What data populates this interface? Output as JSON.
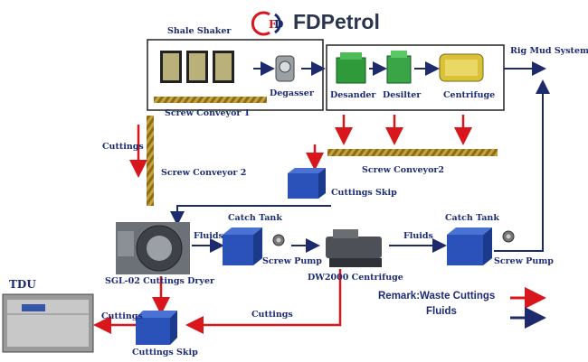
{
  "header": {
    "brand": "FDPetrol",
    "logo_name": "fdpetrol-logo"
  },
  "equipment": {
    "shale_shaker": "Shale Shaker",
    "degasser": "Degasser",
    "screw_conveyor_1": "Screw Conveyor 1",
    "desander": "Desander",
    "desilter": "Desilter",
    "centrifuge": "Centrifuge",
    "rig_mud_system": "Rig Mud System",
    "screw_conveyor_2_vertical": "Screw Conveyor 2",
    "screw_conveyor_2_horizontal": "Screw Conveyor2",
    "cuttings_skip_top": "Cuttings Skip",
    "catch_tank_left": "Catch Tank",
    "catch_tank_right": "Catch Tank",
    "cuttings_dryer": "SGL-02 Cuttings Dryer",
    "screw_pump_left": "Screw Pump",
    "screw_pump_right": "Screw Pump",
    "dw_centrifuge": "DW2000 Centrifuge",
    "tdu": "TDU",
    "cuttings_skip_bottom": "Cuttings Skip"
  },
  "flow_labels": {
    "cuttings_left": "Cuttings",
    "fluids_dryer": "Fluids",
    "fluids_dw": "Fluids",
    "cuttings_bottom": "Cuttings",
    "cuttings_tdu": "Cuttings"
  },
  "legend": {
    "remark": "Remark:Waste Cuttings",
    "fluids": "Fluids",
    "cuttings_color": "#d8161b",
    "fluids_color": "#1d2a6b"
  }
}
